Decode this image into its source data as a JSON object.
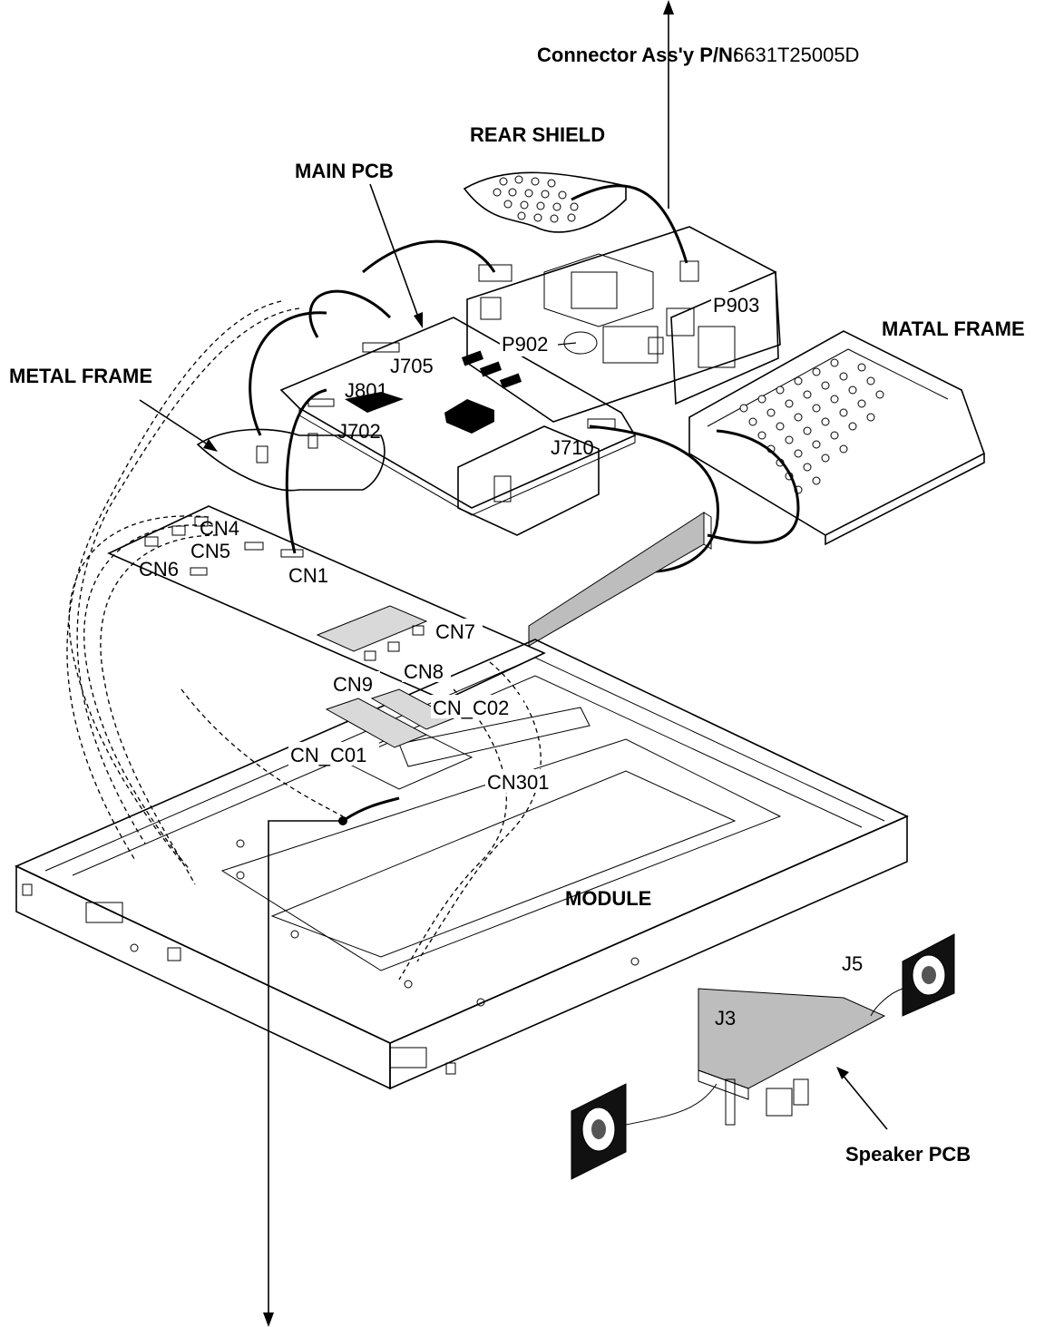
{
  "labels": {
    "connector_prefix": "Connector Ass'y P/N:",
    "connector_pn": "6631T25005D",
    "rear_shield": "REAR SHIELD",
    "main_pcb": "MAIN PCB",
    "matal_frame": "MATAL FRAME",
    "metal_frame": "METAL FRAME",
    "module": "MODULE",
    "speaker_pcb": "Speaker PCB"
  },
  "connectors": {
    "p903": "P903",
    "p902": "P902",
    "j705": "J705",
    "j801": "J801",
    "j702": "J702",
    "j710": "J710",
    "cn4": "CN4",
    "cn5": "CN5",
    "cn6": "CN6",
    "cn1": "CN1",
    "cn7": "CN7",
    "cn8": "CN8",
    "cn9": "CN9",
    "cn_c02": "CN_C02",
    "cn_c01": "CN_C01",
    "cn301": "CN301",
    "j5": "J5",
    "j3": "J3"
  }
}
